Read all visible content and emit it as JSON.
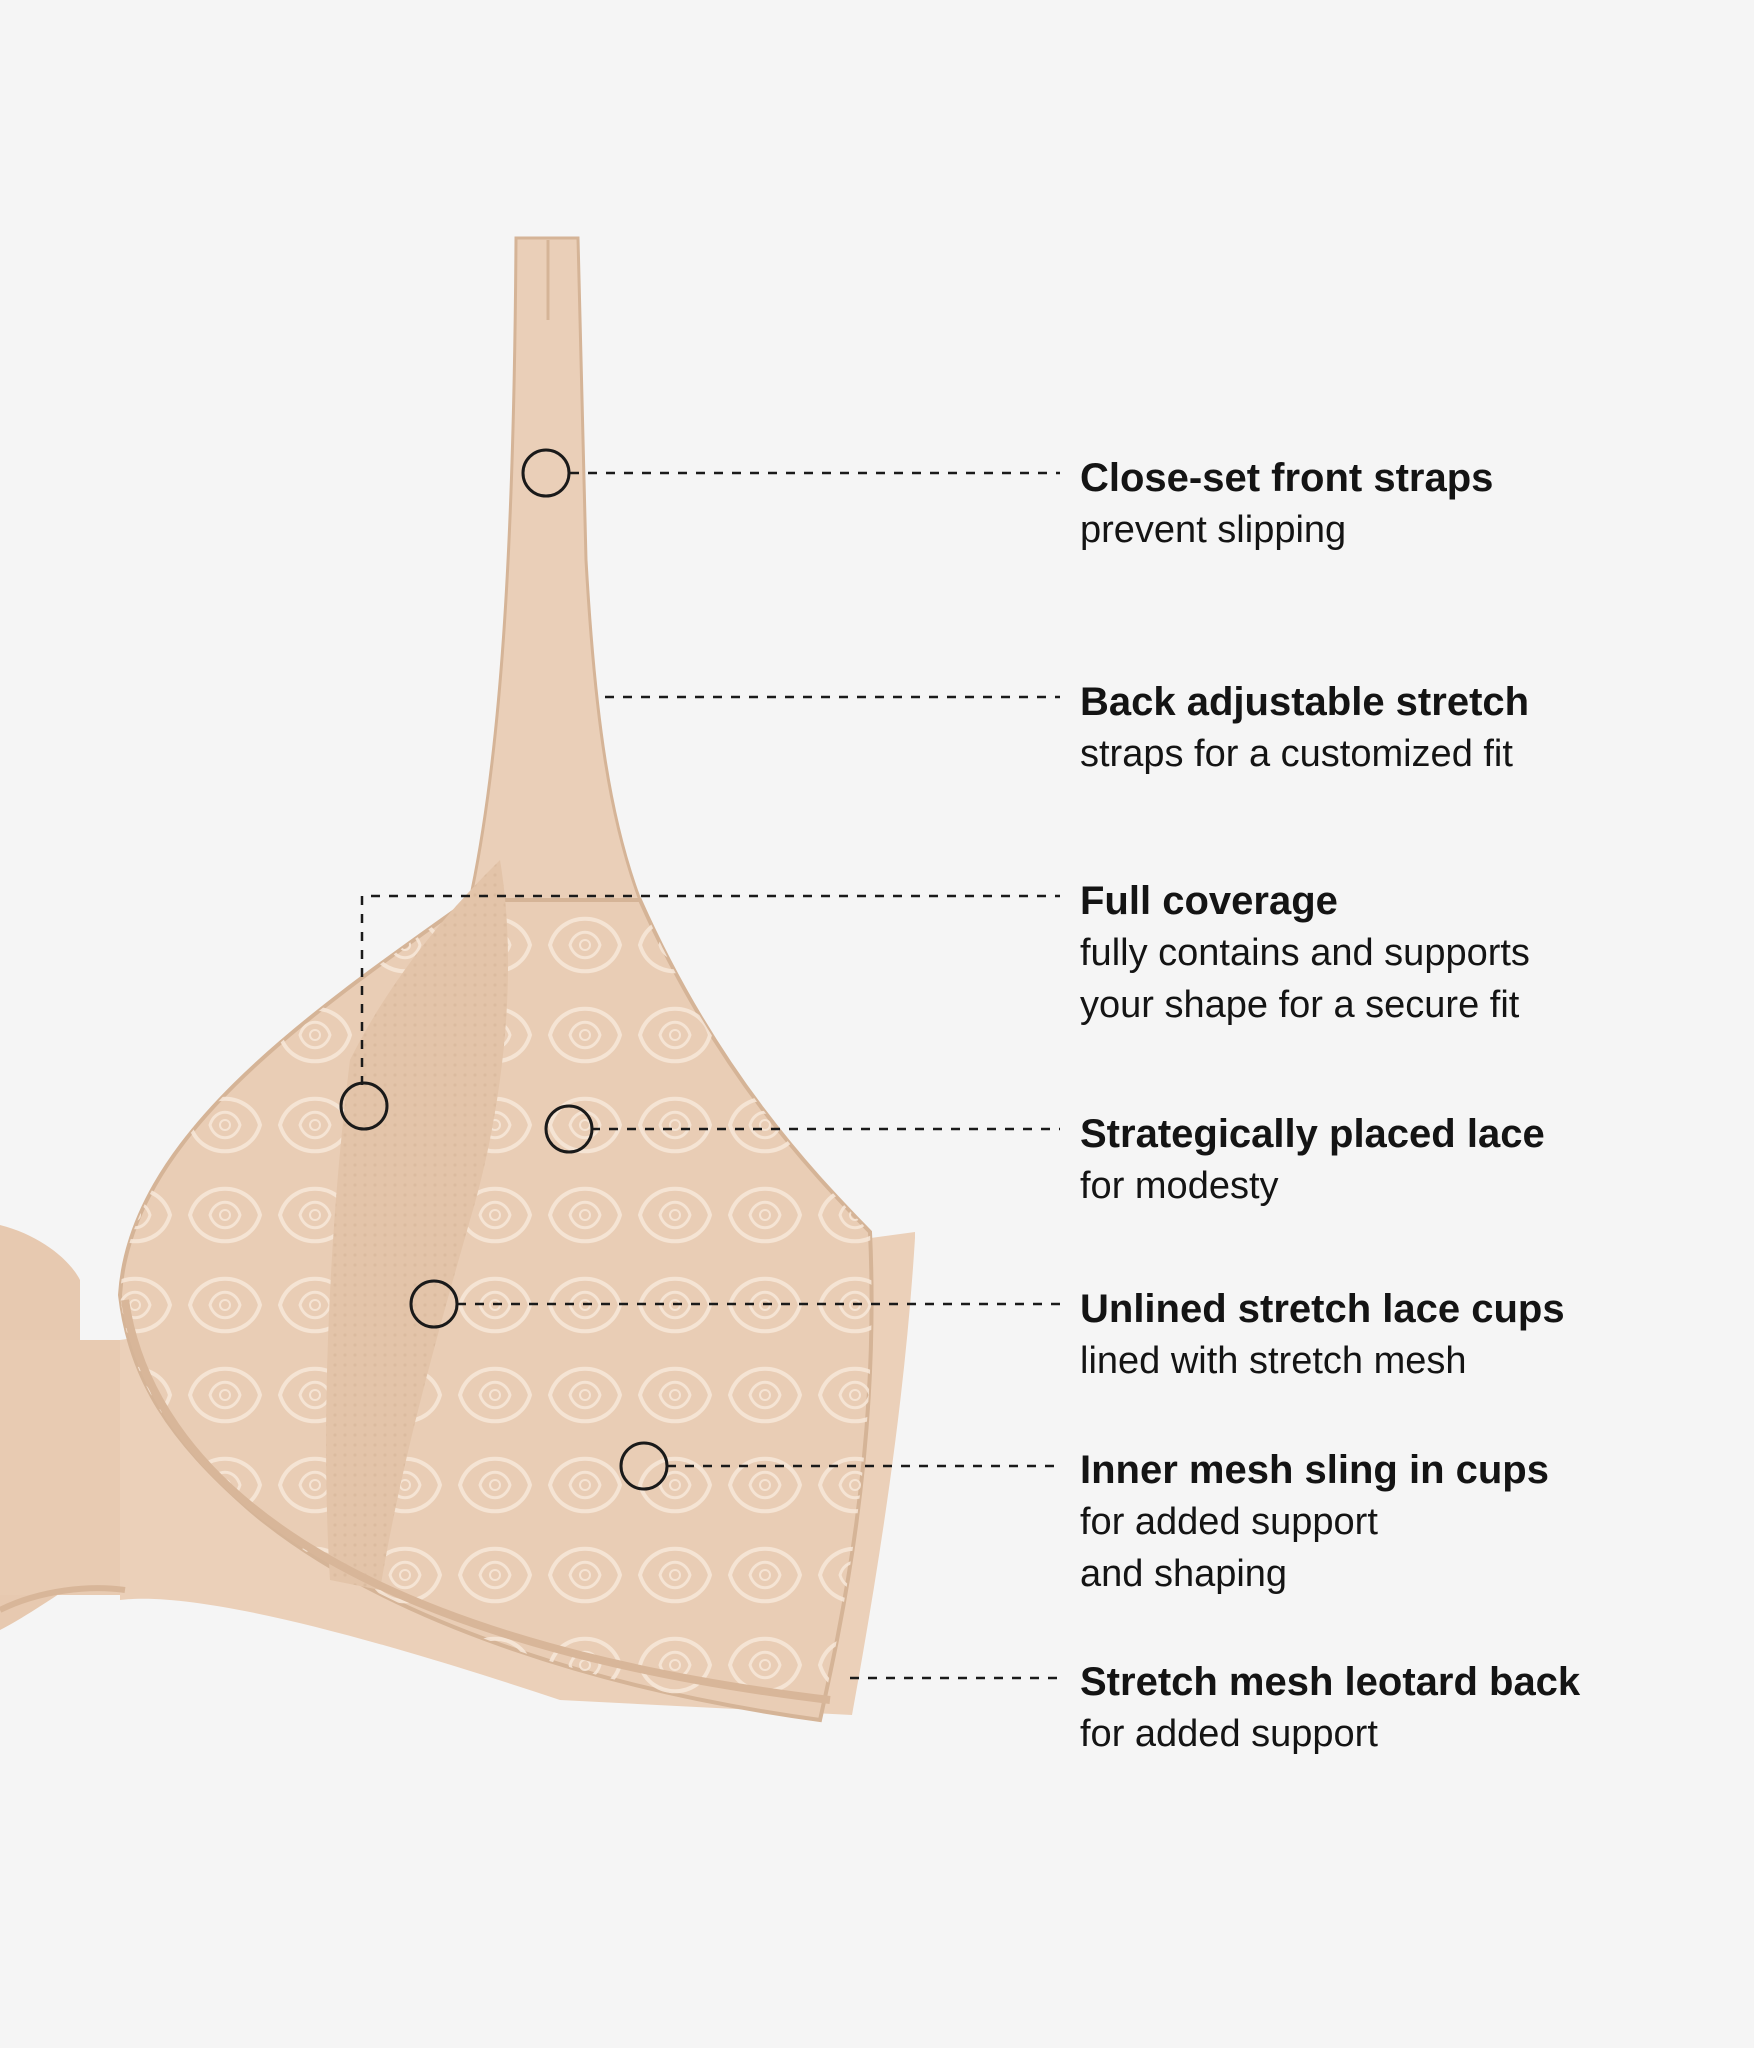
{
  "colors": {
    "background": "#f5f5f5",
    "fabric": "#e9cdb5",
    "fabric_shadow": "#d7b598",
    "lace": "#f3e1d1",
    "callout_line": "#1a1a1a",
    "text": "#141414"
  },
  "features": [
    {
      "title": "Close-set front straps",
      "lines": [
        "prevent slipping"
      ]
    },
    {
      "title": "Back adjustable stretch",
      "lines": [
        "straps for a customized fit"
      ]
    },
    {
      "title": "Full coverage",
      "lines": [
        "fully contains and supports",
        "your shape for a secure fit"
      ]
    },
    {
      "title": "Strategically placed lace",
      "lines": [
        "for modesty"
      ]
    },
    {
      "title": "Unlined stretch lace cups",
      "lines": [
        "lined with stretch mesh"
      ]
    },
    {
      "title": "Inner mesh sling in cups",
      "lines": [
        "for added support",
        "and shaping"
      ]
    },
    {
      "title": "Stretch mesh leotard back",
      "lines": [
        "for added support"
      ]
    }
  ]
}
